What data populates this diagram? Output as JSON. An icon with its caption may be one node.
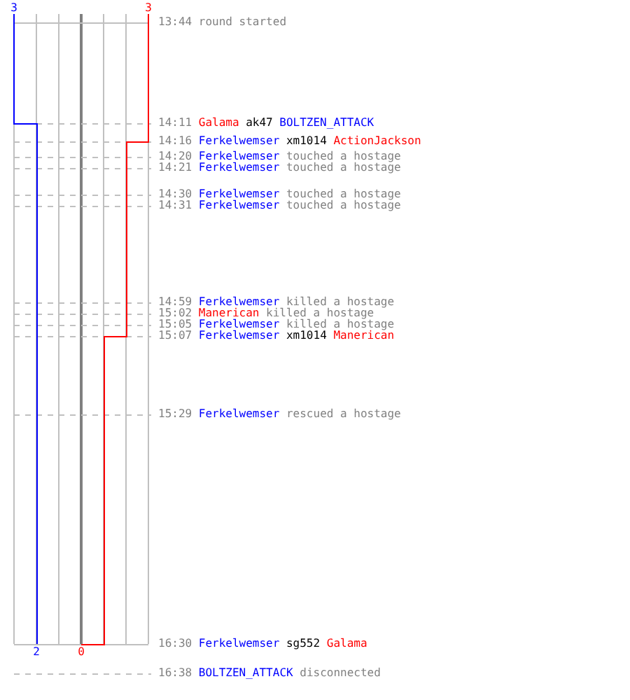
{
  "diagram": {
    "labels": [
      "3",
      "3",
      "13:44",
      "round started",
      "14:11",
      "Galama",
      "ak47",
      "BOLTZEN_ATTACK",
      "14:16",
      "Ferkelwemser",
      "xm1014",
      "ActionJackson",
      "14:20",
      "Ferkelwemser",
      "touched a hostage",
      "14:21",
      "Ferkelwemser",
      "touched a hostage",
      "14:30",
      "Ferkelwemser",
      "touched a hostage",
      "14:31",
      "Ferkelwemser",
      "touched a hostage",
      "14:59",
      "Ferkelwemser",
      "killed a hostage",
      "15:02",
      "Manerican",
      "killed a hostage",
      "15:05",
      "Ferkelwemser",
      "killed a hostage",
      "15:07",
      "Ferkelwemser",
      "xm1014",
      "Manerican",
      "15:29",
      "Ferkelwemser",
      "rescued a hostage",
      "2",
      "0",
      "16:30",
      "Ferkelwemser",
      "sg552",
      "Galama",
      "16:38",
      "BOLTZEN_ATTACK",
      "disconnected"
    ]
  }
}
